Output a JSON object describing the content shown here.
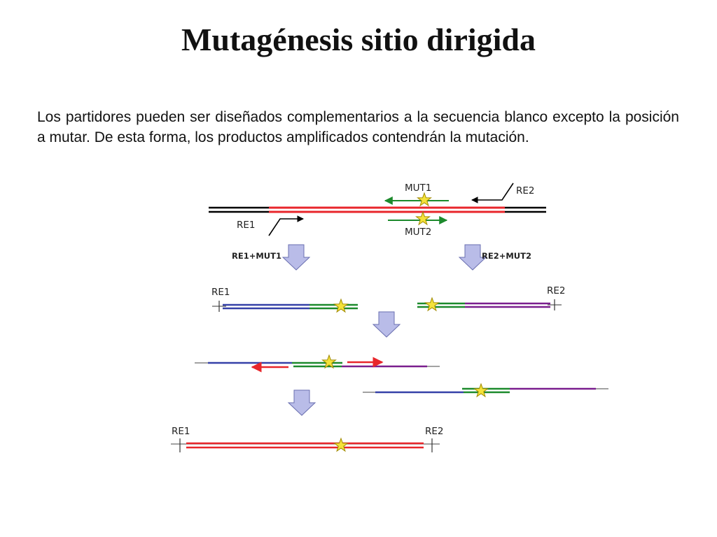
{
  "slide": {
    "title": "Mutagénesis sitio dirigida",
    "body": "Los partidores pueden ser diseñados complementarios a la secuencia blanco excepto la posición a mutar. De esta forma, los productos amplificados contendrán la mutación."
  },
  "diagram": {
    "labels": {
      "mut1": "MUT1",
      "mut2": "MUT2",
      "re1": "RE1",
      "re2": "RE2",
      "pcr_a": "RE1+MUT1",
      "pcr_b": "RE2+MUT2"
    },
    "colors": {
      "template_dna": "#000000",
      "target_region": "#e8262b",
      "primer": "#1c8a2c",
      "fragment_left": "#3541a8",
      "fragment_right": "#7a1e8e",
      "mutation_star": "#f4e23a",
      "step_arrow": "#b9bce8"
    },
    "icons": {
      "mutation": "star-icon",
      "step": "down-arrow-icon",
      "restriction_site": "restriction-site-icon"
    }
  }
}
